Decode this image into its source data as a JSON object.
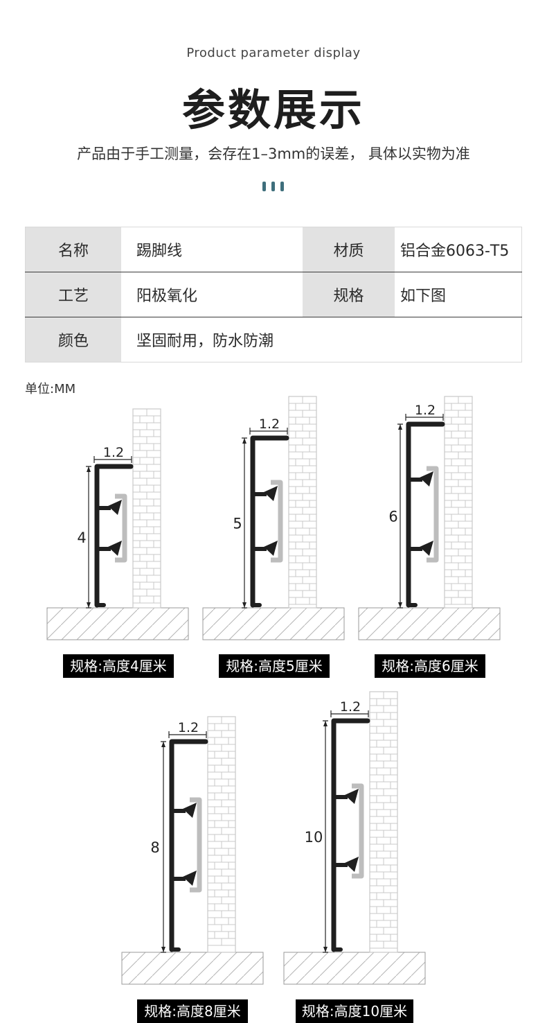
{
  "header": {
    "subtitle_en": "Product parameter display",
    "title_cn": "参数展示",
    "note": "产品由于手工测量，会存在1–3mm的误差， 具体以实物为准"
  },
  "params": {
    "name_label": "名称",
    "name_value": "踢脚线",
    "material_label": "材质",
    "material_value": "铝合金6063-T5",
    "craft_label": "工艺",
    "craft_value": "阳极氧化",
    "spec_label": "规格",
    "spec_value": "如下图",
    "color_label": "颜色",
    "color_value": "坚固耐用，防水防潮"
  },
  "unit_label": "单位:MM",
  "profiles": [
    {
      "height_cm": 4,
      "top_width": "1.2",
      "height_label": "4",
      "caption": "规格:高度4厘米"
    },
    {
      "height_cm": 5,
      "top_width": "1.2",
      "height_label": "5",
      "caption": "规格:高度5厘米"
    },
    {
      "height_cm": 6,
      "top_width": "1.2",
      "height_label": "6",
      "caption": "规格:高度6厘米"
    },
    {
      "height_cm": 8,
      "top_width": "1.2",
      "height_label": "8",
      "caption": "规格:高度8厘米"
    },
    {
      "height_cm": 10,
      "top_width": "1.2",
      "height_label": "10",
      "caption": "规格:高度10厘米"
    }
  ],
  "colors": {
    "profile": "#1f1f1f",
    "clip": "#bdbdbd",
    "brick_line": "#c8c8c8",
    "accent_dots": "#3f6f7c"
  }
}
